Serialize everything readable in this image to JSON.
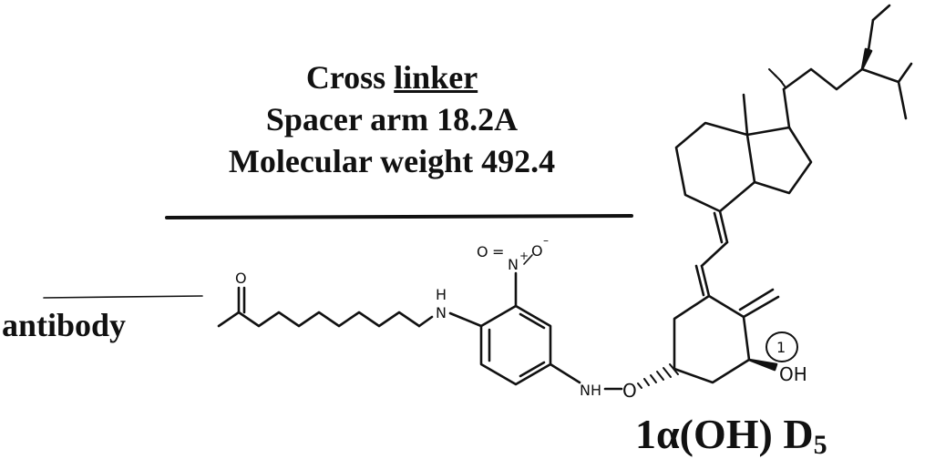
{
  "header": {
    "line1_a": "Cross ",
    "line1_b": "linker",
    "line2": "Spacer arm 18.2A",
    "line3": "Molecular weight 492.4"
  },
  "labels": {
    "antibody": "antibody",
    "compound_main": "1α(OH) D",
    "compound_sub": "5"
  },
  "atoms": {
    "carbonyl_o": "O",
    "amine_h": "H",
    "amine_n": "N",
    "nitro_o1": "O",
    "nitro_eq": "=",
    "nitro_n": "N",
    "nitro_plus": "+",
    "nitro_o2": "O",
    "nitro_minus": "–",
    "link_nh": "NH",
    "link_o": "O",
    "hydroxyl": "OH",
    "circle_mark": "1"
  }
}
